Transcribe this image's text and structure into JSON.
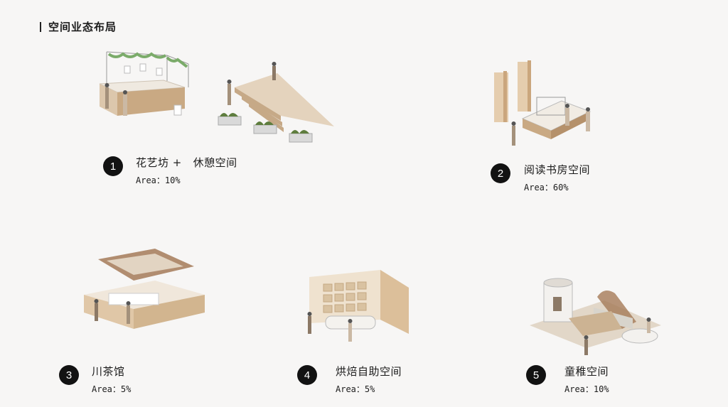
{
  "header": {
    "title": "空间业态布局"
  },
  "spaces": [
    {
      "number": "1",
      "name": "花艺坊 +   休憩空间",
      "area": "Area：10%"
    },
    {
      "number": "2",
      "name": "阅读书房空间",
      "area": "Area：60%"
    },
    {
      "number": "3",
      "name": "川茶馆",
      "area": "Area：5%"
    },
    {
      "number": "4",
      "name": "烘焙自助空间",
      "area": "Area：5%"
    },
    {
      "number": "5",
      "name": "童稚空间",
      "area": "Area：10%"
    }
  ]
}
